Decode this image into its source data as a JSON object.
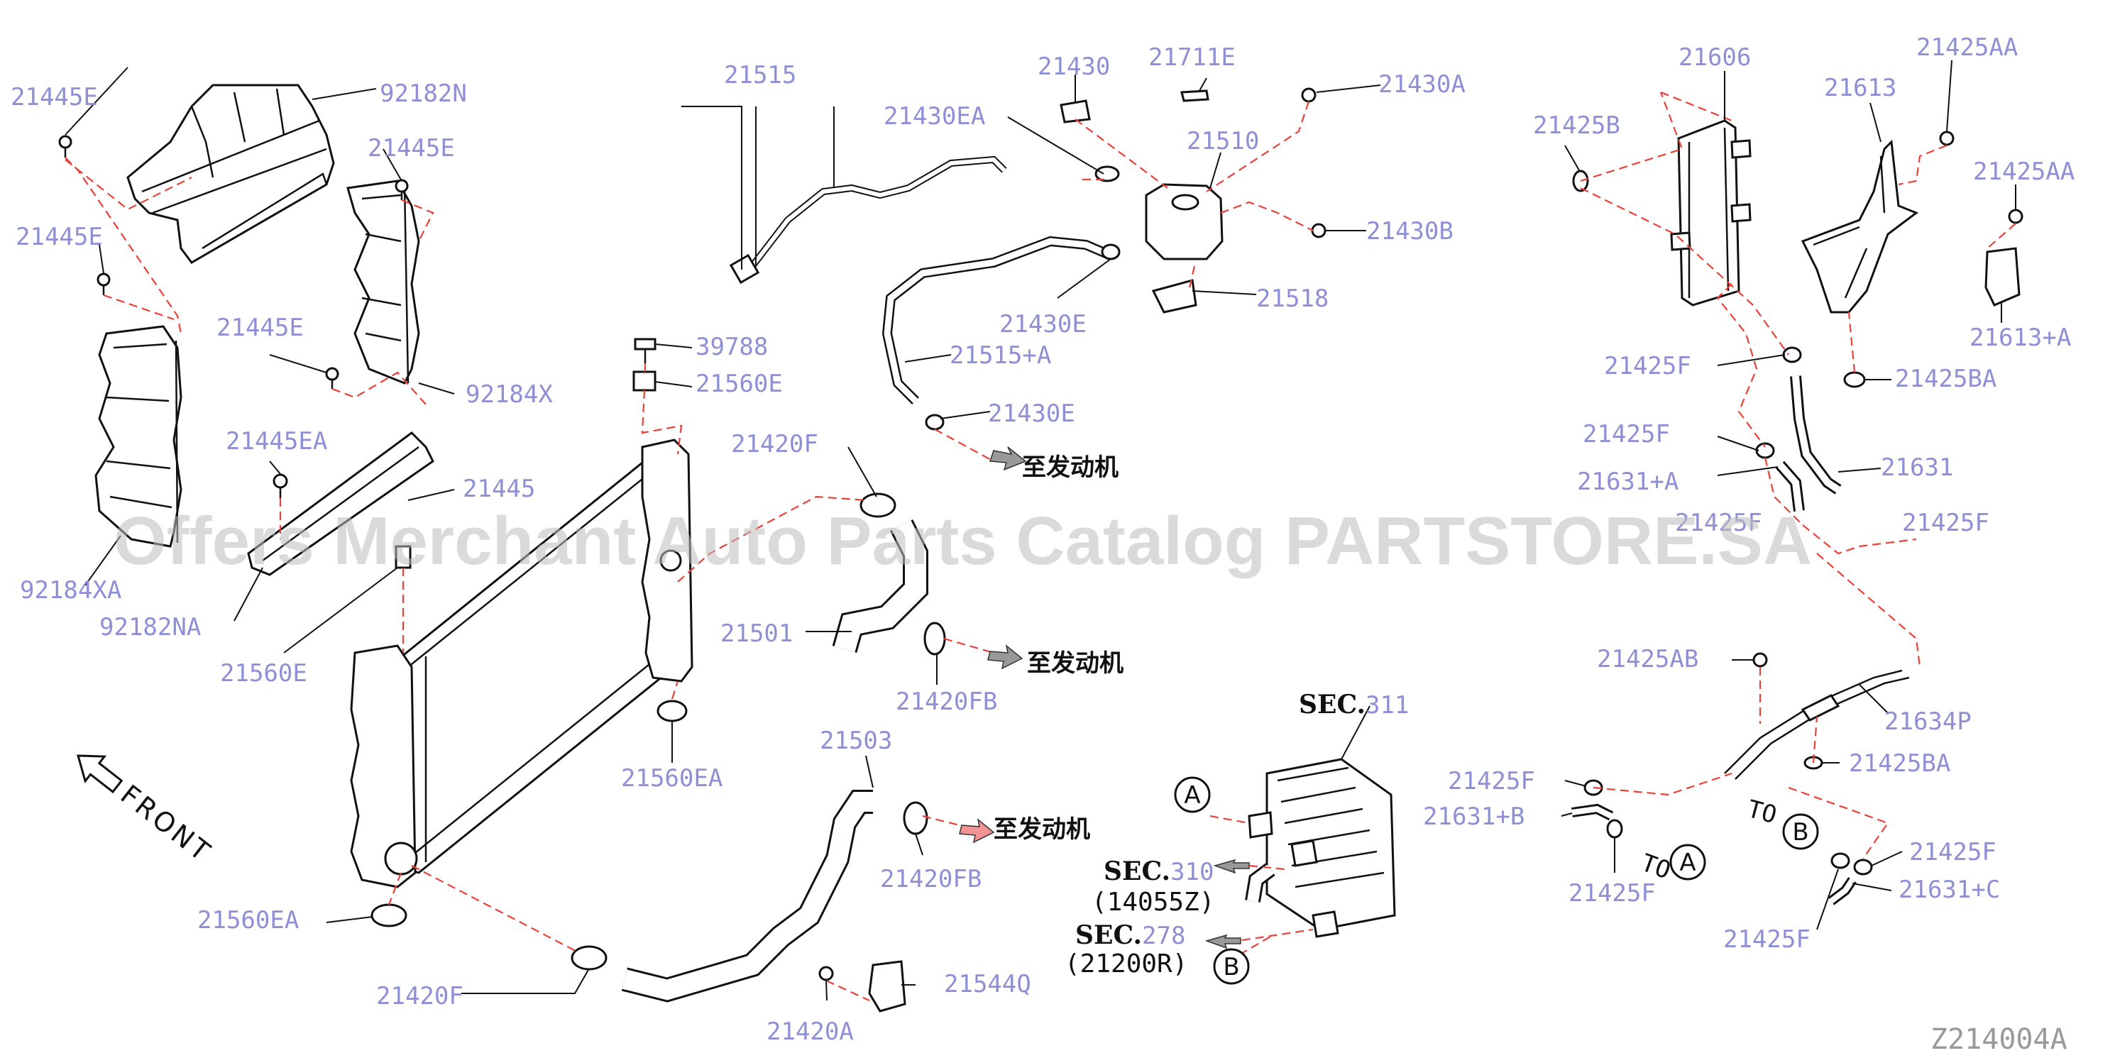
{
  "labels": {
    "l_21445E_a": "21445E",
    "l_92182N": "92182N",
    "l_21445E_b": "21445E",
    "l_21445E_c": "21445E",
    "l_21445E_d": "21445E",
    "l_92184X": "92184X",
    "l_21445EA": "21445EA",
    "l_21445": "21445",
    "l_92184XA": "92184XA",
    "l_92182NA": "92182NA",
    "l_21560E_a": "21560E",
    "l_21515": "21515",
    "l_21430EA": "21430EA",
    "l_21430": "21430",
    "l_21711E": "21711E",
    "l_21430A": "21430A",
    "l_21510": "21510",
    "l_21430B": "21430B",
    "l_21518": "21518",
    "l_21430E_a": "21430E",
    "l_21515A": "21515+A",
    "l_21430E_b": "21430E",
    "l_39788": "39788",
    "l_21560E_b": "21560E",
    "l_21420F_a": "21420F",
    "l_21501": "21501",
    "l_21420FB_a": "21420FB",
    "l_21560EA_a": "21560EA",
    "l_21503": "21503",
    "l_21420FB_b": "21420FB",
    "l_21560EA_b": "21560EA",
    "l_21420F_b": "21420F",
    "l_21420A": "21420A",
    "l_21544Q": "21544Q",
    "l_21606": "21606",
    "l_21425AA_a": "21425AA",
    "l_21613": "21613",
    "l_21425B": "21425B",
    "l_21425AA_b": "21425AA",
    "l_21613A": "21613+A",
    "l_21425F_a": "21425F",
    "l_21425BA_a": "21425BA",
    "l_21425F_b": "21425F",
    "l_21631": "21631",
    "l_21631A": "21631+A",
    "l_21425F_c": "21425F",
    "l_21425F_d": "21425F",
    "l_21425AB": "21425AB",
    "l_21634P": "21634P",
    "l_21425BA_b": "21425BA",
    "l_21425F_e": "21425F",
    "l_21631B": "21631+B",
    "l_21425F_f": "21425F",
    "l_21425F_g": "21425F",
    "l_21631C": "21631+C",
    "l_21425F_h": "21425F"
  },
  "to_engine": "至发动机",
  "sec311": {
    "prefix": "SEC.",
    "num": "311"
  },
  "sec310": {
    "prefix": "SEC.",
    "num": "310",
    "ref": "(14055Z)"
  },
  "sec278": {
    "prefix": "SEC.",
    "num": "278",
    "ref": "(21200R)"
  },
  "front": "FRONT",
  "circle_a": "A",
  "circle_b": "B",
  "to_a": "TO",
  "to_b": "TO",
  "watermark": "Offers Merchant Auto Parts Catalog PARTSTORE.SA",
  "diagram_code": "Z214004A",
  "colors": {
    "label": "#8f8fd6",
    "dash": "#e8413a",
    "line": "#111111",
    "watermark": "#bdbdbd"
  }
}
